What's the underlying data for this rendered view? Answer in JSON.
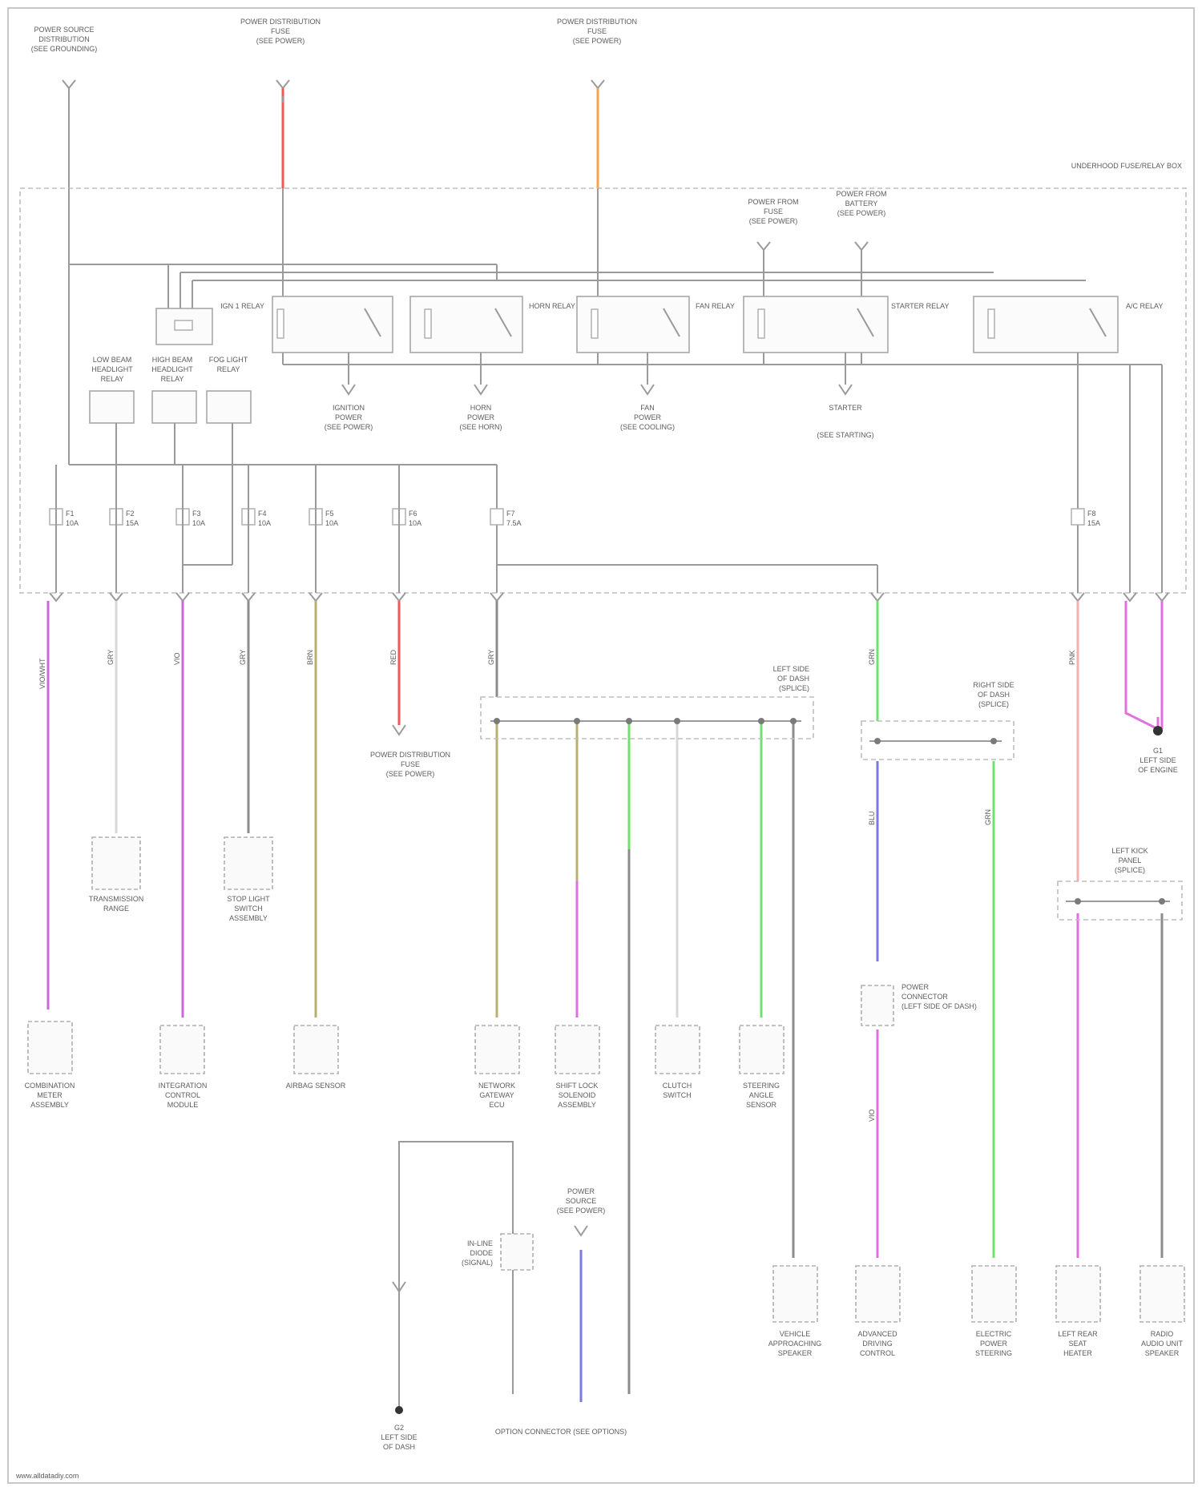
{
  "diagram": {
    "frame_color": "#c8c8c8",
    "wire_colors": {
      "red": "#f25a5a",
      "orange": "#f5a550",
      "violet": "#cc66dd",
      "magenta": "#e070e0",
      "gray": "#8c8c8c",
      "olive": "#b8b070",
      "green": "#70e070",
      "blue": "#7a7ae0",
      "pink": "#f2b0b0",
      "light_gray": "#d8d8d8"
    },
    "box_label": "UNDERHOOD FUSE/RELAY BOX",
    "top_sources": [
      {
        "line1": "POWER SOURCE",
        "line2": "DISTRIBUTION",
        "line3": "(SEE GROUNDING)"
      },
      {
        "line1": "POWER DISTRIBUTION",
        "line2": "FUSE",
        "line3": "(SEE POWER)"
      },
      {
        "line1": "POWER DISTRIBUTION",
        "line2": "FUSE",
        "line3": "(SEE POWER)"
      }
    ],
    "relays": [
      {
        "label": "IGN 1 RELAY"
      },
      {
        "label": "HORN RELAY"
      },
      {
        "label": "FAN RELAY"
      },
      {
        "label": "STARTER RELAY"
      },
      {
        "label": "A/C RELAY"
      }
    ],
    "mini_relays": [
      {
        "line1": "LOW BEAM",
        "line2": "HEADLIGHT",
        "line3": "RELAY"
      },
      {
        "line1": "HIGH BEAM",
        "line2": "HEADLIGHT",
        "line3": "RELAY"
      },
      {
        "line1": "FOG LIGHT",
        "line2": "RELAY",
        "line3": ""
      }
    ],
    "relay_outputs": [
      {
        "line1": "IGNITION",
        "line2": "POWER",
        "line3": "(SEE POWER)"
      },
      {
        "line1": "HORN",
        "line2": "POWER",
        "line3": "(SEE HORN)"
      },
      {
        "line1": "FAN",
        "line2": "POWER",
        "line3": "(SEE COOLING)"
      },
      {
        "line1": "STARTER",
        "line2": "(SEE STARTING)",
        "line3": ""
      }
    ],
    "upper_right_inputs": [
      {
        "line1": "POWER FROM",
        "line2": "FUSE",
        "line3": "(SEE POWER)"
      },
      {
        "line1": "POWER FROM",
        "line2": "BATTERY",
        "line3": "(SEE POWER)"
      }
    ],
    "fuses": [
      {
        "label": "F1",
        "rating": "10A"
      },
      {
        "label": "F2",
        "rating": "15A"
      },
      {
        "label": "F3",
        "rating": "10A"
      },
      {
        "label": "F4",
        "rating": "10A"
      },
      {
        "label": "F5",
        "rating": "10A"
      },
      {
        "label": "F6",
        "rating": "10A"
      },
      {
        "label": "F7",
        "rating": "7.5A"
      },
      {
        "label": "F8",
        "rating": "15A"
      }
    ],
    "wire_codes": [
      "VIO/WHT",
      "GRY",
      "VIO",
      "GRY",
      "BRN",
      "RED",
      "GRY",
      "GRN",
      "PNK",
      "VIO",
      "BLU",
      "GRN"
    ],
    "splice_labels": [
      {
        "line1": "LEFT SIDE",
        "line2": "OF DASH",
        "line3": "(SPLICE)"
      },
      {
        "line1": "RIGHT SIDE",
        "line2": "OF DASH",
        "line3": "(SPLICE)"
      },
      {
        "line1": "LEFT KICK",
        "line2": "PANEL",
        "line3": "(SPLICE)"
      }
    ],
    "ground": {
      "line1": "G1",
      "line2": "LEFT SIDE",
      "line3": "OF ENGINE"
    },
    "components": [
      {
        "line1": "COMBINATION",
        "line2": "METER",
        "line3": "ASSEMBLY"
      },
      {
        "line1": "TRANSMISSION",
        "line2": "RANGE",
        "line3": ""
      },
      {
        "line1": "INTEGRATION",
        "line2": "CONTROL",
        "line3": "MODULE"
      },
      {
        "line1": "STOP LIGHT",
        "line2": "SWITCH",
        "line3": "ASSEMBLY"
      },
      {
        "line1": "AIRBAG SENSOR",
        "line2": "",
        "line3": ""
      },
      {
        "line1": "NETWORK",
        "line2": "GATEWAY",
        "line3": "ECU"
      },
      {
        "line1": "SHIFT LOCK",
        "line2": "SOLENOID",
        "line3": "ASSEMBLY"
      },
      {
        "line1": "CLUTCH",
        "line2": "SWITCH",
        "line3": ""
      },
      {
        "line1": "STEERING",
        "line2": "ANGLE",
        "line3": "SENSOR"
      },
      {
        "line1": "VEHICLE",
        "line2": "APPROACHING",
        "line3": "SPEAKER"
      },
      {
        "line1": "ADVANCED",
        "line2": "DRIVING",
        "line3": "CONTROL"
      },
      {
        "line1": "ELECTRIC",
        "line2": "POWER",
        "line3": "STEERING"
      },
      {
        "line1": "LEFT REAR",
        "line2": "SEAT",
        "line3": "HEATER"
      },
      {
        "line1": "RADIO",
        "line2": "AUDIO UNIT",
        "line3": "SPEAKER"
      }
    ],
    "inline_labels": [
      {
        "line1": "POWER DISTRIBUTION",
        "line2": "FUSE",
        "line3": "(SEE POWER)"
      },
      {
        "line1": "POWER",
        "line2": "CONNECTOR",
        "line3": "(LEFT SIDE OF DASH)"
      },
      {
        "line1": "G2",
        "line2": "LEFT SIDE",
        "line3": "OF DASH"
      },
      {
        "line1": "POWER",
        "line2": "SOURCE",
        "line3": "(SEE POWER)"
      },
      {
        "line1": "IN-LINE",
        "line2": "DIODE",
        "line3": "(SIGNAL)"
      }
    ],
    "bottom_label": "OPTION CONNECTOR (SEE OPTIONS)",
    "watermark": "www.alldatadiy.com"
  }
}
